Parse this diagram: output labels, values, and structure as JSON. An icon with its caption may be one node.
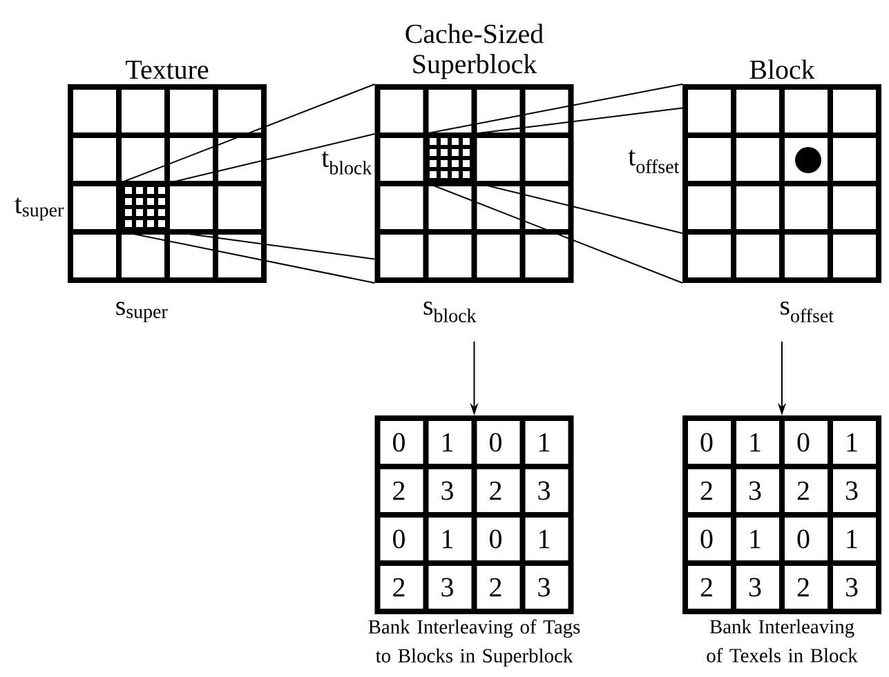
{
  "diagram": {
    "nodes": [
      {
        "text": [
          "Texture"
        ],
        "beside": [
          "t$_{super}$",
          "s$_{super}$"
        ]
      },
      {
        "text": [],
        "shape": "grid",
        "in": 0
      },
      {
        "text": [
          "Cache-Sized Superblock"
        ],
        "beside": [
          "t$_{block}$",
          "s$_{block}$"
        ]
      },
      {
        "text": [],
        "shape": "grid",
        "in": 2
      },
      {
        "text": [
          "Block"
        ],
        "beside": [
          "t$_{offset}$",
          "s$_{offset}$"
        ]
      },
      {
        "text": [
          "Bank Interleaving of Tags to Blocks in Superblock"
        ]
      },
      {
        "text": [
          "Bank Interleaving of Texels in Block"
        ]
      }
    ],
    "edges": [
      {
        "from": 1,
        "to": 2,
        "arrow": "none"
      },
      {
        "from": 1,
        "to": 2,
        "arrow": "none"
      },
      {
        "from": 1,
        "to": 2,
        "arrow": "none"
      },
      {
        "from": 1,
        "to": 2,
        "arrow": "none"
      },
      {
        "from": 3,
        "to": 4,
        "arrow": "none"
      },
      {
        "from": 3,
        "to": 4,
        "arrow": "none"
      },
      {
        "from": 3,
        "to": 4,
        "arrow": "none"
      },
      {
        "from": 3,
        "to": 4,
        "arrow": "none"
      },
      {
        "from": 2,
        "to": 5,
        "arrow": "to"
      },
      {
        "from": 4,
        "to": 6,
        "arrow": "to"
      }
    ],
    "labels": [
      "0",
      "1",
      "0",
      "1",
      "2",
      "3",
      "2",
      "3",
      "0",
      "1",
      "0",
      "1",
      "2",
      "3",
      "2",
      "3",
      "0",
      "1",
      "0",
      "1",
      "2",
      "3",
      "2",
      "3",
      "0",
      "1",
      "0",
      "1",
      "2",
      "3",
      "2",
      "3"
    ]
  }
}
